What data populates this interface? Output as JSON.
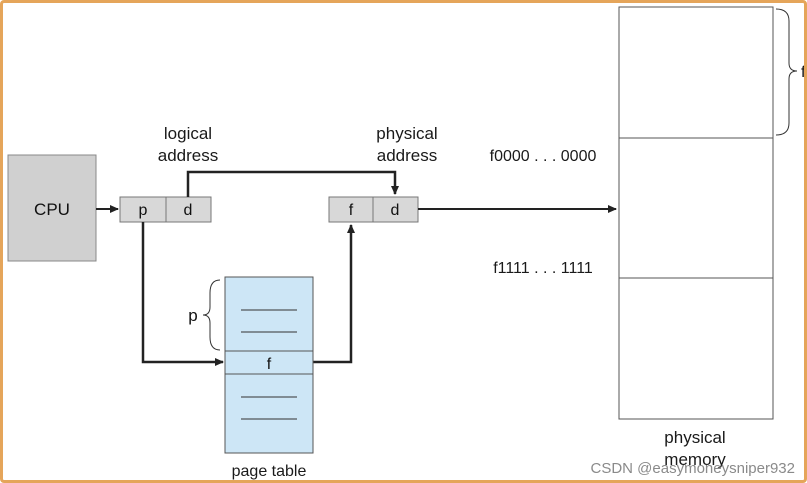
{
  "diagram": {
    "cpu_label": "CPU",
    "logical_address": {
      "line1": "logical",
      "line2": "address",
      "p": "p",
      "d": "d"
    },
    "physical_address": {
      "line1": "physical",
      "line2": "address",
      "f": "f",
      "d": "d"
    },
    "page_table": {
      "p_label": "p",
      "f_label": "f",
      "caption": "page table"
    },
    "memory": {
      "start_address": "f0000 . . . 0000",
      "end_address": "f1111 . . . 1111",
      "frame_brace_label": "f",
      "caption_line1": "physical",
      "caption_line2": "memory"
    }
  },
  "watermark": "CSDN @easymoneysniper932",
  "colors": {
    "frame_border": "#e5a55a",
    "cpu_fill": "#d0d0d0",
    "address_box_fill": "#d8d8d8",
    "page_table_fill": "#cde6f6",
    "line": "#222222"
  }
}
